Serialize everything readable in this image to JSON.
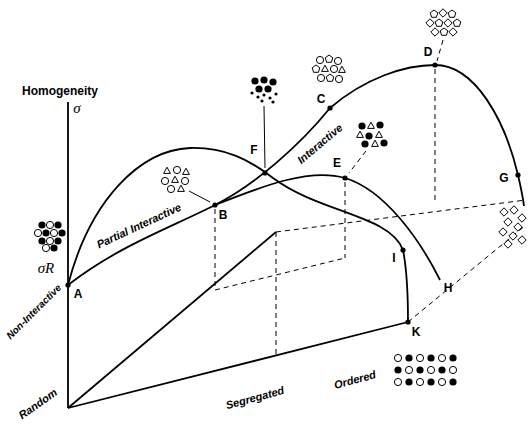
{
  "diagram": {
    "labels": [
      "Homogeneity",
      "σ",
      "D",
      "C",
      "F",
      "Interactive",
      "E",
      "B",
      "G",
      "Partial Interactive",
      "σR",
      "A",
      "Non-Interactive",
      "H",
      "I",
      "K",
      "Random",
      "Segregated",
      "Ordered"
    ]
  }
}
